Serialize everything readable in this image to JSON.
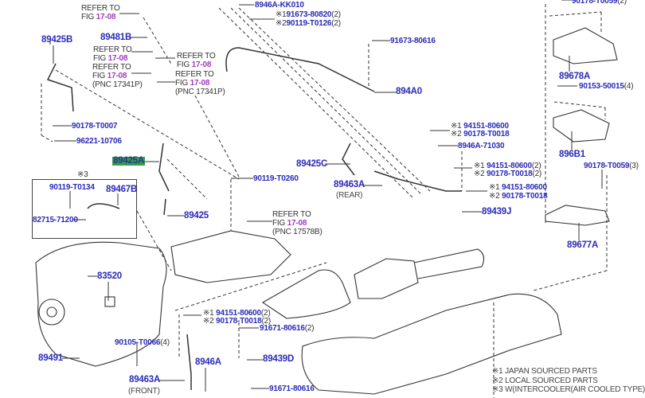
{
  "refer": {
    "refer_to": "REFER TO",
    "fig_prefix": "FIG ",
    "fig": "17-08",
    "pnc_17341p": "(PNC 17341P)",
    "pnc_17578b": "(PNC 17578B)"
  },
  "parts": {
    "p89481B": "89481B",
    "p89425B": "89425B",
    "p90178_T0007": "90178-T0007",
    "p96221_10706": "96221-10706",
    "p89425A": "89425A",
    "note3_mark": "※3",
    "p90119_T0134": "90119-T0134",
    "p89467B": "89467B",
    "p82715_71200": "82715-71200",
    "p90119_T0260": "90119-T0260",
    "p89425C": "89425C",
    "p89425": "89425",
    "p8946A_KK010": "8946A-KK010",
    "p91673_80820": "91673-80820",
    "qty2": "(2)",
    "p90119_T0126": "90119-T0126",
    "mark1": "※1",
    "mark2": "※2",
    "p91673_80616": "91673-80616",
    "p894A0": "894A0",
    "p94151_80600": "94151-80600",
    "p90178_T0018": "90178-T0018",
    "p8946A_71030": "8946A-71030",
    "p89463A": "89463A",
    "rear": "(REAR)",
    "front": "(FRONT)",
    "p89439J": "89439J",
    "p89678A": "89678A",
    "p90153_50015": "90153-50015",
    "qty4": "(4)",
    "p896B1": "896B1",
    "p90178_T0059": "90178-T0059",
    "qty3": "(3)",
    "p89677A": "89677A",
    "p83520": "83520",
    "p91671_80616": "91671-80616",
    "p90105_T0066": "90105-T0066",
    "p89491": "89491",
    "p8946A": "8946A",
    "p89439D": "89439D"
  },
  "notes": [
    "※1 JAPAN SOURCED PARTS",
    "※2 LOCAL SOURCED PARTS",
    "※3 W(INTERCOOLER(AIR COOLED TYPE))"
  ],
  "colors": {
    "part_number": "#2a2ab8",
    "figure_ref": "#a23bbf",
    "highlight": "#3c9a4a"
  }
}
